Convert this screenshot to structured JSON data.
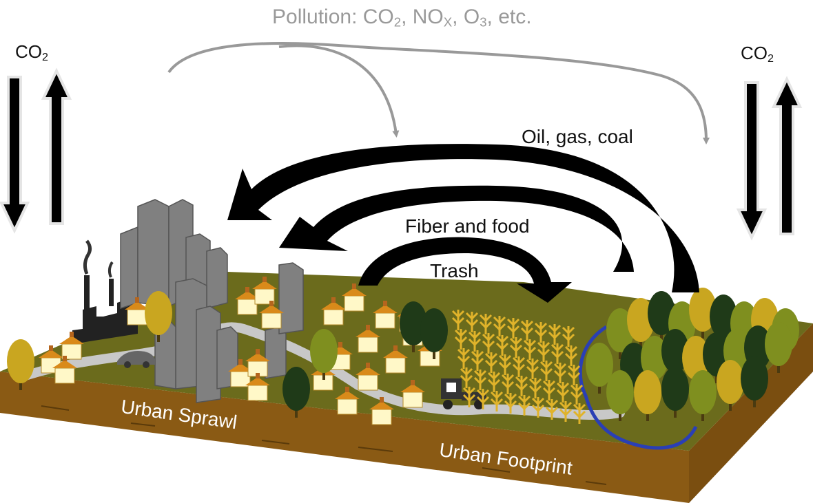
{
  "labels": {
    "pollution_text": "Pollution: CO",
    "pollution_sub": "2",
    "pollution_sep": ", NO",
    "pollution_sub_x": "X",
    "pollution_sep2": ", O",
    "pollution_sub3": "3",
    "pollution_tail": ", etc.",
    "co2_left_main": "CO",
    "co2_left_sub": "2",
    "co2_right_main": "CO",
    "co2_right_sub": "2",
    "oil_gas_coal": "Oil, gas, coal",
    "fiber_food": "Fiber and food",
    "trash": "Trash",
    "urban_sprawl": "Urban Sprawl",
    "urban_footprint": "Urban Footprint"
  },
  "colors": {
    "pollution_arrow": "#999999",
    "flow_arrow": "#000000",
    "ground_top": "#6b6b1c",
    "ground_side": "#8a5a14",
    "river": "#2a3fb5",
    "road": "#c8c8c8",
    "building": "#808080",
    "house_wall": "#fff8c8",
    "house_roof": "#d98a1a",
    "tree_dark": "#1f3a18",
    "tree_mid": "#7f8f1f",
    "tree_light": "#c9a620",
    "crop": "#e0b32a"
  }
}
